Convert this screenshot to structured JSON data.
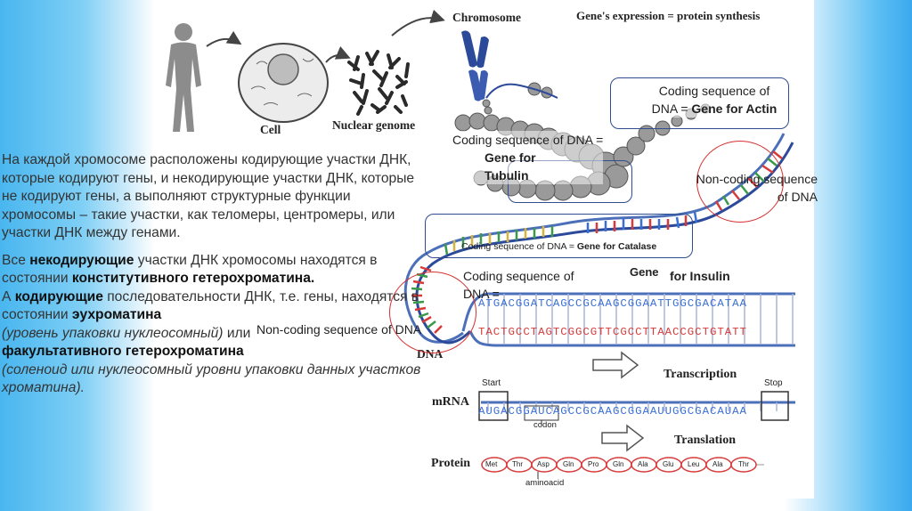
{
  "diagram": {
    "labels": {
      "chromosome": "Chromosome",
      "title": "Gene's expression = protein synthesis",
      "cell": "Cell",
      "nuclear_genome": "Nuclear genome",
      "dna": "DNA",
      "mrna": "mRNA",
      "protein": "Protein",
      "transcription": "Transcription",
      "translation": "Translation",
      "gene": "Gene",
      "start": "Start",
      "stop": "Stop",
      "codon": "codon",
      "aminoacid": "aminoacid"
    },
    "annotations": {
      "actin_line1": "Coding sequence of",
      "actin_line2": "DNA = ",
      "actin_bold": "Gene for Actin",
      "tubulin_line1": "Coding sequence of DNA =",
      "tubulin_bold1": "Gene for",
      "tubulin_bold2": "Tubulin",
      "noncoding_top_line1": "Non-coding sequence",
      "noncoding_top_line2": "of DNA",
      "catalase_plain": "Coding sequence of DNA = ",
      "catalase_bold": "Gene for Catalase",
      "insulin_line1": "Coding sequence of",
      "insulin_line2": "DNA =",
      "insulin_bold": "for Insulin",
      "noncoding_bottom": "Non-coding sequence of DNA"
    },
    "sequences": {
      "dna_top": "ATGACGGATCAGCCGCAAGCGGAATTGGCGACATAA",
      "dna_bottom": "TACTGCCTAGTCGGCGTTCGCCTTAACCGCTGTATT",
      "mrna": "AUGACGGAUCAGCCGCAAGCGGAAUUGGCGACAUAA"
    },
    "amino_acids": [
      "Met",
      "Thr",
      "Asp",
      "Gln",
      "Pro",
      "Gln",
      "Ala",
      "Glu",
      "Leu",
      "Ala",
      "Thr"
    ]
  },
  "text_block": {
    "p1": "На каждой хромосоме расположены кодирующие участки ДНК, которые кодируют гены, и некодирующие участки ДНК, которые не кодируют гены, а выполняют структурные функции хромосомы – такие участки, как теломеры, центромеры, или участки ДНК между генами.",
    "p2_a": "Все ",
    "p2_b": "некодирующие",
    "p2_c": " участки ДНК хромосомы находятся в состоянии ",
    "p2_d": "конститутивного гетерохроматина.",
    "p2_e": "А ",
    "p2_f": "кодирующие",
    "p2_g": " последовательности ДНК, т.е. гены, находятся в состоянии ",
    "p2_h": "эухроматина",
    "p2_i": "(уровень упаковки нуклеосомный)",
    "p2_j": " или ",
    "p2_k": "факультативного гетерохроматина",
    "p2_l": "(соленоид или нуклеосомный уровни упаковки данных участков хроматина)."
  },
  "colors": {
    "box_border": "#2f4d8f",
    "circle": "#d63030",
    "dna_strand": "#4b6fb8",
    "base_red": "#d63a3a",
    "base_green": "#3a9a4a",
    "base_blue": "#3a6fd6",
    "base_yellow": "#d6b33a"
  }
}
